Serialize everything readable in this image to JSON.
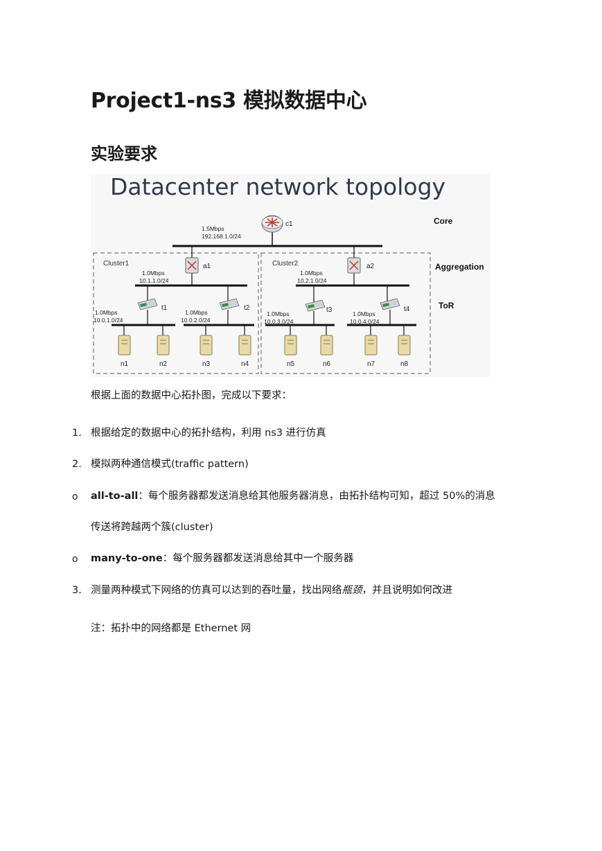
{
  "document": {
    "title": "Project1-ns3 模拟数据中心",
    "section_heading": "实验要求",
    "intro": "根据上面的数据中心拓扑图，完成以下要求：",
    "items": [
      {
        "marker": "1.",
        "text": "根据给定的数据中心的拓扑结构，利用 ns3 进行仿真"
      },
      {
        "marker": "2.",
        "text": "模拟两种通信模式(traffic pattern)"
      }
    ],
    "sub_items": [
      {
        "marker": "o",
        "term": "all-to-all",
        "text_line1": "：每个服务器都发送消息给其他服务器消息，由拓扑结构可知，超过 50%的消息",
        "text_line2": "传送将跨越两个簇(cluster)"
      },
      {
        "marker": "o",
        "term": "many-to-one",
        "text_line1": "：每个服务器都发送消息给其中一个服务器"
      }
    ],
    "item3": {
      "marker": "3.",
      "text_before": "测量两种模式下网络的仿真可以达到的吞吐量，找出网络",
      "text_italic": "瓶颈",
      "text_after": "，并且说明如何改进"
    },
    "note": "注：拓扑中的网络都是 Ethernet 网"
  },
  "figure": {
    "title": "Datacenter network topology",
    "levels": {
      "core": "Core",
      "aggregation": "Aggregation",
      "tor": "ToR"
    },
    "core_router": {
      "name": "c1",
      "rate": "1.5Mbps",
      "subnet": "192.168.1.0/24"
    },
    "clusters": [
      {
        "name": "Cluster1",
        "agg": {
          "name": "a1",
          "rate": "1.0Mbps",
          "subnet": "10.1.1.0/24"
        },
        "tors": [
          {
            "name": "t1",
            "rate": "1.0Mbps",
            "subnet": "10.0.1.0/24",
            "hosts": [
              "n1",
              "n2"
            ]
          },
          {
            "name": "t2",
            "rate": "1.0Mbps",
            "subnet": "10.0.2.0/24",
            "hosts": [
              "n3",
              "n4"
            ]
          }
        ]
      },
      {
        "name": "Cluster2",
        "agg": {
          "name": "a2",
          "rate": "1.0Mbps",
          "subnet": "10.2.1.0/24"
        },
        "tors": [
          {
            "name": "t3",
            "rate": "1.0Mbps",
            "subnet": "10.0.3.0/24",
            "hosts": [
              "n5",
              "n6"
            ]
          },
          {
            "name": "t4",
            "rate": "1.0Mbps",
            "subnet": "10.0.4.0/24",
            "hosts": [
              "n7",
              "n8"
            ]
          }
        ]
      }
    ],
    "colors": {
      "title_text": "#2f3a4c",
      "line": "#111111",
      "dash": "#777777",
      "router_fill": "#d9dbe0",
      "switch_fill": "#cfd3d6",
      "switch_accent": "#3b8a4a",
      "server_fill": "#e8d9a8",
      "router_accent": "#c0392b"
    }
  }
}
